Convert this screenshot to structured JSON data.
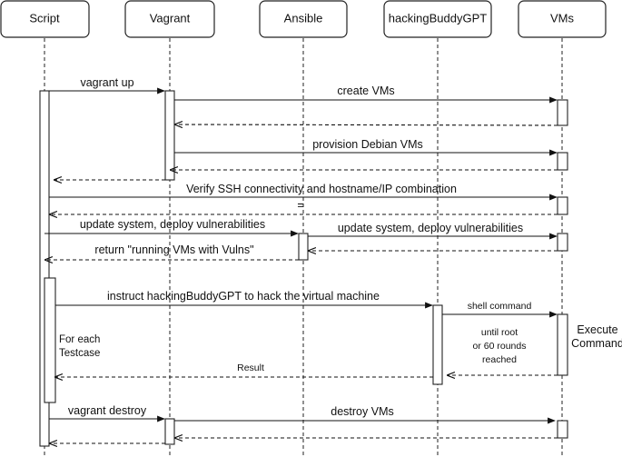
{
  "participants": [
    {
      "label": "Script"
    },
    {
      "label": "Vagrant"
    },
    {
      "label": "Ansible"
    },
    {
      "label": "hackingBuddyGPT"
    },
    {
      "label": "VMs"
    }
  ],
  "messages": {
    "vagrant_up": "vagrant up",
    "create_vms": "create VMs",
    "provision_debian": "provision Debian VMs",
    "verify_ssh": "Verify SSH connectivity and hostname/IP combination",
    "equals_mark": "=",
    "update_system_1": "update system, deploy vulnerabilities",
    "update_system_2": "update system, deploy vulnerabilities",
    "return_running": "return \"running VMs with Vulns\"",
    "instruct_hack": "instruct hackingBuddyGPT to hack the virtual machine",
    "shell_command": "shell command",
    "until_root": [
      "until root",
      "or 60 rounds",
      "reached"
    ],
    "execute_command": [
      "Execute",
      "Command"
    ],
    "result": "Result",
    "vagrant_destroy": "vagrant destroy",
    "destroy_vms": "destroy VMs"
  },
  "notes": {
    "for_each_testcase": [
      "For each",
      "Testcase"
    ]
  }
}
